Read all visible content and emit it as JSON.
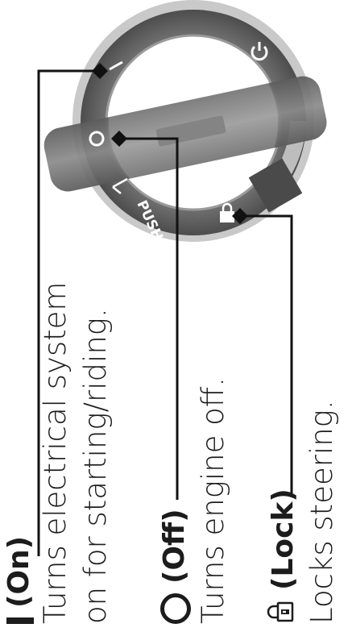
{
  "switch": {
    "positions": [
      {
        "name": "On",
        "symbol": "bar-icon"
      },
      {
        "name": "Off",
        "symbol": "ring-icon"
      },
      {
        "name": "Lock",
        "symbol": "padlock-icon"
      }
    ],
    "push_label": "PUSH",
    "power_symbol": "power-icon"
  },
  "legend": {
    "on": {
      "label": "(On)",
      "description_line1": "Turns electrical system",
      "description_line2": "on for starting/riding."
    },
    "off": {
      "label": "(Off)",
      "description": "Turns engine off."
    },
    "lock": {
      "label": "(Lock)",
      "description": "Locks steering."
    }
  },
  "colors": {
    "ink": "#1c1c1c",
    "ring": "#5b5b5b",
    "lever": "#6a6a6a",
    "face": "#ffffff"
  }
}
